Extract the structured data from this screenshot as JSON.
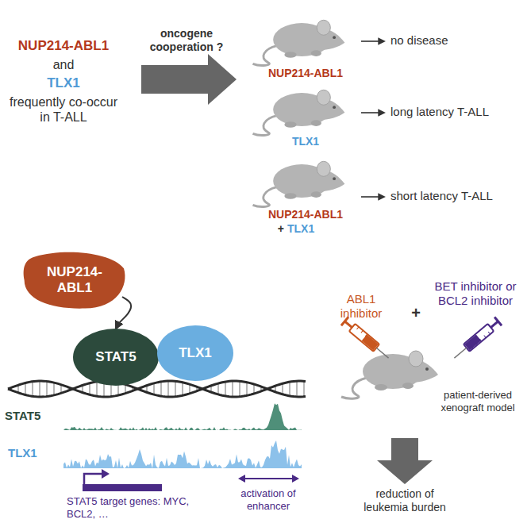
{
  "diagram": {
    "nodes": [
      {
        "text": [
          "NUP214-ABL1"
        ]
      },
      {
        "text": [
          "STAT5"
        ]
      },
      {
        "text": [
          "TLX1"
        ]
      }
    ],
    "edges": [
      {
        "from": 0,
        "to": 1,
        "arrow": "to"
      }
    ],
    "labels": [
      "NUP214-ABL1",
      "and",
      "TLX1",
      "frequently co-occur in T-ALL",
      "oncogene cooperation ?",
      "NUP214-ABL1",
      "no disease",
      "TLX1",
      "long latency T-ALL",
      "NUP214-ABL1",
      "+",
      "TLX1",
      "short latency T-ALL",
      "STAT5",
      "TLX1",
      "STAT5 target genes: MYC, BCL2, …",
      "activation of enhancer",
      "ABL1 inhibitor",
      "+",
      "BET inhibitor or BCL2 inhibitor",
      "patient-derived xenograft model",
      "reduction of leukemia burden"
    ]
  }
}
